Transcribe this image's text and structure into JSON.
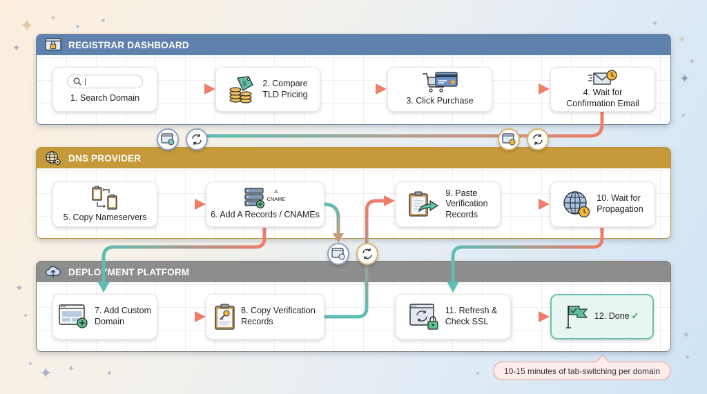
{
  "lanes": {
    "registrar": {
      "title": "REGISTRAR DASHBOARD",
      "icon": "browser-lock-icon",
      "color": "#5f82ac"
    },
    "dns": {
      "title": "DNS PROVIDER",
      "icon": "globe-gear-icon",
      "color": "#c69a3b"
    },
    "deploy": {
      "title": "DEPLOYMENT PLATFORM",
      "icon": "cloud-upload-icon",
      "color": "#8d8d8d"
    }
  },
  "steps": [
    {
      "label": "1. Search Domain",
      "icon": "search-icon"
    },
    {
      "label": "2. Compare\nTLD Pricing",
      "icon": "coins-price-tag-icon"
    },
    {
      "label": "3. Click Purchase",
      "icon": "cart-credit-card-icon"
    },
    {
      "label": "4. Wait for\nConfirmation Email",
      "icon": "email-clock-icon"
    },
    {
      "label": "5. Copy Nameservers",
      "icon": "clipboard-swap-icon"
    },
    {
      "label": "6. Add A Records / CNAMEs",
      "icon": "server-add-icon",
      "tags": [
        "A",
        "CNAME"
      ]
    },
    {
      "label": "7. Add Custom\nDomain",
      "icon": "browser-add-icon"
    },
    {
      "label": "8. Copy Verification\nRecords",
      "icon": "clipboard-key-icon"
    },
    {
      "label": "9. Paste\nVerification\nRecords",
      "icon": "clipboard-paste-icon"
    },
    {
      "label": "10. Wait for\nPropagation",
      "icon": "globe-clock-icon"
    },
    {
      "label": "11. Refresh &\nCheck SSL",
      "icon": "browser-refresh-lock-icon"
    },
    {
      "label": "12. Done",
      "icon": "flag-check-icon",
      "check": "✓"
    }
  ],
  "transitions": [
    {
      "between": "registrar-dns",
      "icons": [
        "browser-switch-icon",
        "refresh-icon"
      ]
    },
    {
      "between": "registrar-dns-right",
      "icons": [
        "browser-clock-icon",
        "refresh-icon"
      ]
    },
    {
      "between": "dns-deploy",
      "icons": [
        "browser-switch-icon",
        "refresh-icon"
      ]
    }
  ],
  "colors": {
    "teal": "#5fbdb5",
    "coral": "#ee7d6a",
    "done_border": "#6bbfb0"
  },
  "callout": {
    "text": "10-15 minutes of tab-switching per domain"
  }
}
